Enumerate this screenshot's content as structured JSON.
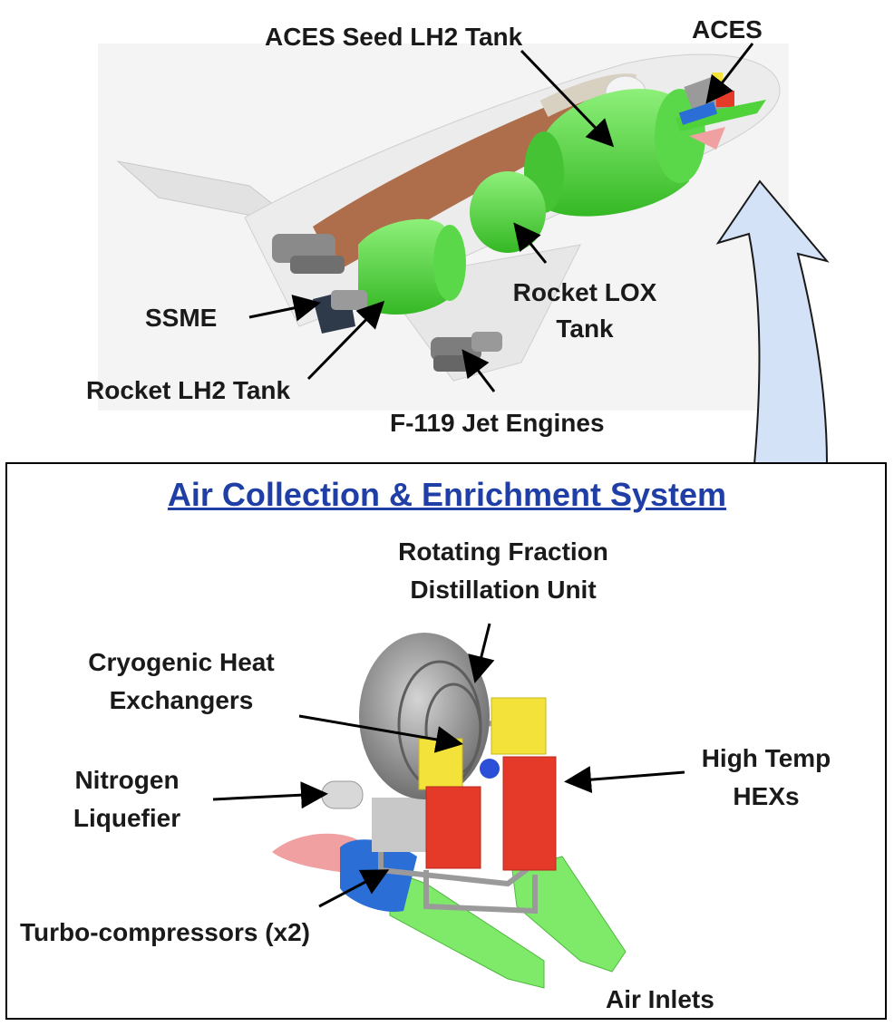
{
  "vehicle": {
    "labels": {
      "aces_seed_lh2_tank": "ACES Seed LH2 Tank",
      "aces": "ACES",
      "ssme": "SSME",
      "rocket_lox_tank_l1": "Rocket LOX",
      "rocket_lox_tank_l2": "Tank",
      "rocket_lh2_tank": "Rocket LH2 Tank",
      "f119_jet_engines": "F-119 Jet Engines"
    }
  },
  "system": {
    "title": "Air Collection & Enrichment System",
    "labels": {
      "rotating_l1": "Rotating Fraction",
      "rotating_l2": "Distillation Unit",
      "cryo_l1": "Cryogenic Heat",
      "cryo_l2": "Exchangers",
      "nitrogen_l1": "Nitrogen",
      "nitrogen_l2": "Liquefier",
      "hightemp_l1": "High Temp",
      "hightemp_l2": "HEXs",
      "turbo": "Turbo-compressors (x2)",
      "air_inlets": "Air Inlets"
    }
  },
  "colors": {
    "tank_green": "#4fd23a",
    "fuselage": "#e9e9e9",
    "rust": "#a4582f",
    "arrow_fill": "#d4e2f8",
    "title_blue": "#1f3fa6",
    "hex_yellow": "#f2e23a",
    "hex_red": "#e53a2a",
    "compressor_blue": "#2b6fd6",
    "inlet_green": "#7fea6a",
    "inlet_pink": "#f0a0a0"
  }
}
